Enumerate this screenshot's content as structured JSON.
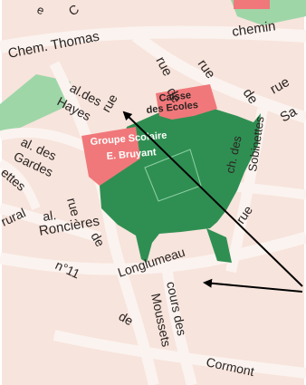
{
  "colors": {
    "background": "#f7e4dc",
    "road": "#fbf3ef",
    "road_edge": "#efd3c7",
    "park_green": "#2f8f52",
    "light_green": "#9fd6a8",
    "building_red": "#f0787a",
    "pointer": "#000000",
    "label": "#2a2422",
    "outer": "#ffffff"
  },
  "streets": {
    "chem_thomas": "Chem. Thomas",
    "chemin": "chemin",
    "rue_de_1": "rue",
    "rue_de_2": "de",
    "rue_de_3": "rue",
    "rue_de_4": "de",
    "rue_right": "rue",
    "sa": "Sa",
    "al_des_hayes_1": "al.des",
    "al_des_hayes_2": "Hayes",
    "rue_left": "rue",
    "al_des_gardes_1": "al. des",
    "al_des_gardes_2": "Gardes",
    "ettes": "ettes",
    "rue_de_left_1": "rue",
    "rue_de_left_2": "de",
    "al_roncieres_1": "al.",
    "al_roncieres_2": "Roncières",
    "rural": "rural",
    "ch_des_sobinettes_1": "ch. des",
    "ch_des_sobinettes_2": "Sobinettes",
    "rue_vertical": "rue",
    "n11": "n°11",
    "longlumeau": "Longlumeau",
    "cours_des_1": "cours des",
    "cours_des_2": "Moussets",
    "de_bottom": "de",
    "cormont": "Cormont",
    "top_c": "C",
    "top_e": "e"
  },
  "places": {
    "caisse_line1": "Caisse",
    "caisse_line2": "des Ecoles",
    "groupe_line1": "Groupe Scolaire",
    "groupe_line2": "E. Bruyant"
  },
  "icons": {
    "pointer_1": "arrow-pointer-icon",
    "pointer_2": "arrow-pointer-icon"
  }
}
